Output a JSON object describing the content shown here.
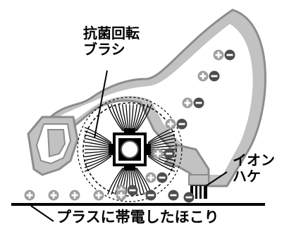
{
  "labels": {
    "antibacterial_rotating_brush_line1": "抗菌回転",
    "antibacterial_rotating_brush_line2": "ブラシ",
    "ion_brush_line1": "イオン",
    "ion_brush_line2": "ハケ",
    "positively_charged_dust": "プラスに帯電したほこり"
  },
  "particles": [
    {
      "charge": "+",
      "meaning": "positive"
    },
    {
      "charge": "-",
      "meaning": "negative"
    }
  ],
  "colors": {
    "housing_gray": "#8c8c8c",
    "housing_light": "#c2c2c2",
    "particle_dark": "#4d4d4d",
    "particle_light": "#9e9e9e",
    "ink": "#000000"
  }
}
